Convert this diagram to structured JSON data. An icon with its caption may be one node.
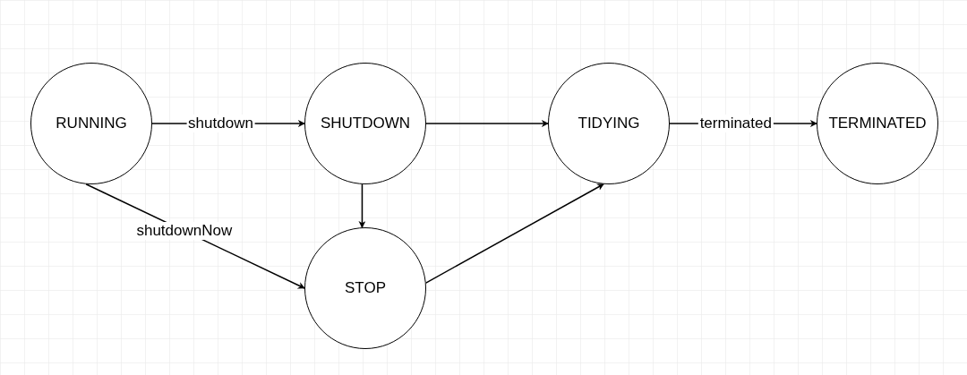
{
  "diagram": {
    "nodes": [
      {
        "text": [
          "RUNNING"
        ]
      },
      {
        "text": [
          "SHUTDOWN"
        ]
      },
      {
        "text": [
          "TIDYING"
        ]
      },
      {
        "text": [
          "TERMINATED"
        ]
      },
      {
        "text": [
          "STOP"
        ]
      }
    ],
    "edges": [
      {
        "from": 0,
        "to": 1,
        "arrow": "to",
        "label": "shutdown"
      },
      {
        "from": 0,
        "to": 4,
        "arrow": "to",
        "label": "shutdownNow"
      },
      {
        "from": 1,
        "to": 2,
        "arrow": "to"
      },
      {
        "from": 1,
        "to": 4,
        "arrow": "to"
      },
      {
        "from": 4,
        "to": 2,
        "arrow": "to"
      },
      {
        "from": 2,
        "to": 3,
        "arrow": "to",
        "label": "terminated"
      }
    ]
  }
}
